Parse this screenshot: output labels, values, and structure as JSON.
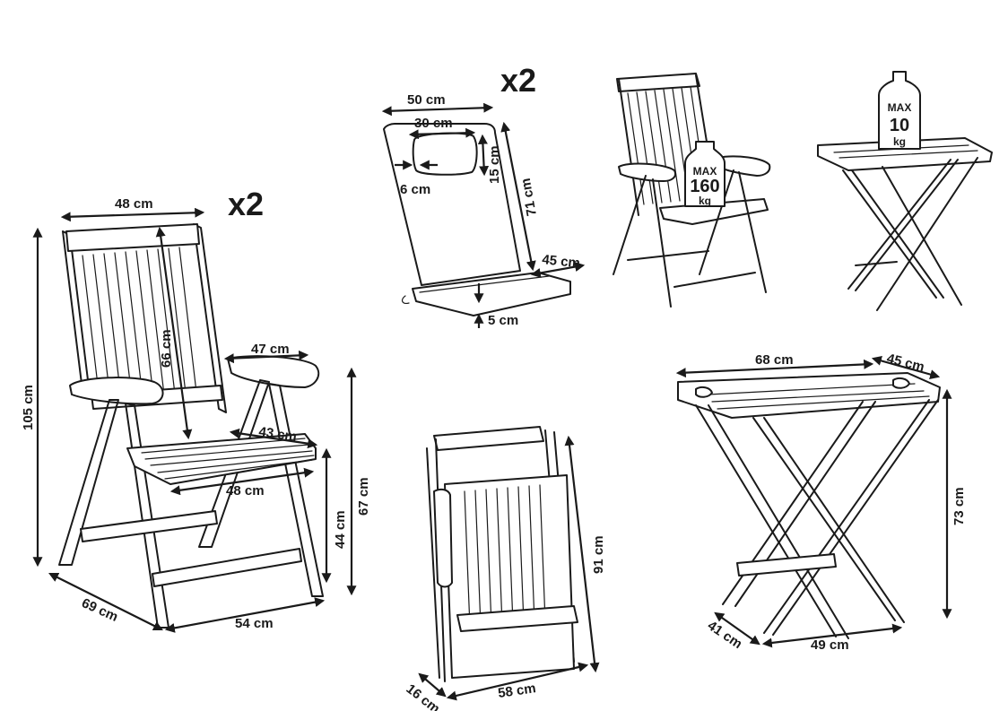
{
  "multipliers": {
    "chair": "x2",
    "cushion": "x2"
  },
  "chair": {
    "width_top": "48 cm",
    "height_total": "105 cm",
    "back_height": "66 cm",
    "armrest_length": "47 cm",
    "seat_depth": "43 cm",
    "seat_width": "48 cm",
    "seat_height": "44 cm",
    "arm_height": "67 cm",
    "depth_base": "69 cm",
    "width_base": "54 cm"
  },
  "cushion": {
    "width": "50 cm",
    "pillow_width": "30 cm",
    "pillow_height": "15 cm",
    "strap": "6 cm",
    "length": "71 cm",
    "depth": "45 cm",
    "thickness": "5 cm"
  },
  "load_chair": {
    "max": "MAX",
    "value": "160",
    "unit": "kg"
  },
  "load_table": {
    "max": "MAX",
    "value": "10",
    "unit": "kg"
  },
  "folded_chair": {
    "height": "91 cm",
    "thickness": "16 cm",
    "width": "58 cm"
  },
  "table": {
    "tray_width": "68 cm",
    "tray_depth": "45 cm",
    "height": "73 cm",
    "base_depth": "41 cm",
    "base_width": "49 cm"
  }
}
